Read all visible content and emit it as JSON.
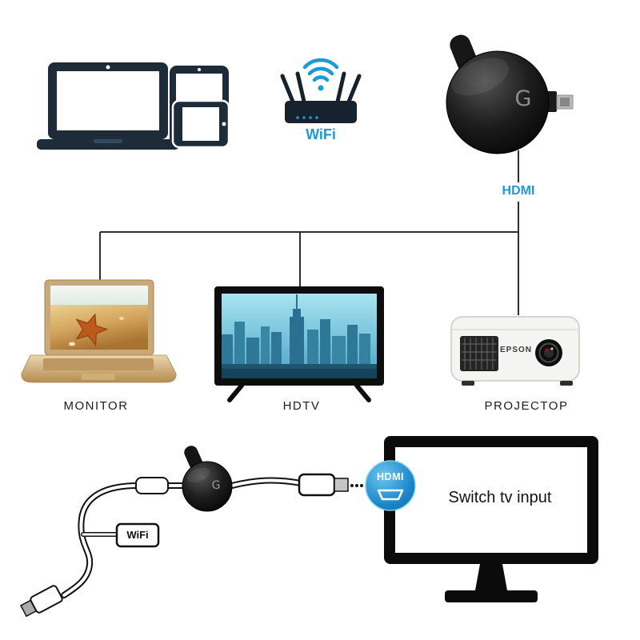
{
  "labels": {
    "wifi_router": "WiFi",
    "hdmi_connection": "HDMI",
    "monitor": "MONITOR",
    "hdtv": "HDTV",
    "projector": "PROJECTOP",
    "projector_brand": "EPSON",
    "wifi_cable_tag": "WiFi",
    "hdmi_badge": "HDMI",
    "tv_instruction": "Switch tv input",
    "dongle_logo": "G"
  },
  "icons": {
    "client_devices": "laptop-tablet-phone-icon",
    "router": "wifi-router-icon",
    "wifi_signal": "wifi-signal-icon",
    "dongle": "streaming-dongle-icon",
    "hdmi_plug": "hdmi-plug-icon",
    "usb_plug": "usb-plug-icon",
    "tv": "tv-outline-icon"
  },
  "colors": {
    "accent_blue": "#1d9ad6",
    "device_dark": "#1e2b38",
    "dongle_black": "#111111",
    "gold_laptop": "#c9a87a"
  }
}
